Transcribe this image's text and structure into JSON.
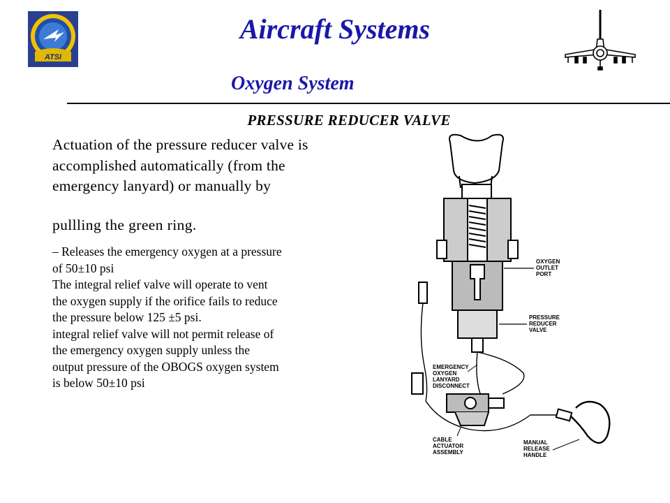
{
  "header": {
    "title": "Aircraft Systems",
    "subtitle": "Oxygen System",
    "logo_text": "ATSI"
  },
  "section": {
    "heading": "PRESSURE REDUCER VALVE",
    "intro": " Actuation of the pressure reducer valve is\naccomplished automatically (from the\nemergency lanyard) or manually by",
    "intro_cont": "pullling the green ring.",
    "lines": [
      "– Releases the emergency oxygen at a pressure",
      "of 50±10 psi",
      "The integral relief valve will operate to vent",
      "the oxygen supply if the orifice fails to reduce",
      "the pressure below 125 ±5 psi.",
      "integral relief valve will not permit release of",
      "the emergency oxygen supply unless the",
      "output pressure of the OBOGS oxygen system",
      "is below 50±10 psi"
    ]
  },
  "diagram": {
    "labels": {
      "outlet_1": "OXYGEN",
      "outlet_2": "OUTLET",
      "outlet_3": "PORT",
      "reducer_1": "PRESSURE",
      "reducer_2": "REDUCER",
      "reducer_3": "VALVE",
      "lanyard_1": "EMERGENCY",
      "lanyard_2": "OXYGEN",
      "lanyard_3": "LANYARD",
      "lanyard_4": "DISCONNECT",
      "cable_1": "CABLE",
      "cable_2": "ACTUATOR",
      "cable_3": "ASSEMBLY",
      "manual_1": "MANUAL",
      "manual_2": "RELEASE",
      "manual_3": "HANDLE"
    }
  },
  "colors": {
    "title": "#1a18a8",
    "logo_ring": "#f2c200",
    "logo_blue": "#1f4fa8"
  }
}
